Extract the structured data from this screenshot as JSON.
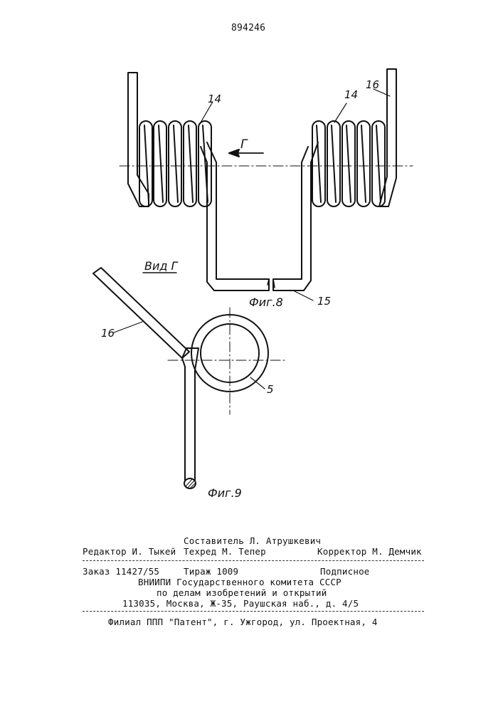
{
  "patent_number": "894246",
  "fig8": {
    "label": "Фиг.8",
    "view_arrow_label": "Г",
    "callouts": {
      "coil_left": "14",
      "coil_right": "14",
      "arm": "16",
      "bridge": "15"
    }
  },
  "fig9": {
    "view_label": "Вид Г",
    "label": "Фиг.9",
    "callouts": {
      "arm": "16",
      "ring": "5"
    }
  },
  "imprint": {
    "compiler": "Составитель Л. Атрушкевич",
    "editor": "Редактор И. Тыкей",
    "techred": "Техред М. Тепер",
    "corrector": "Корректор М. Демчик",
    "order": "Заказ 11427/55",
    "circulation": "Тираж 1009",
    "subscription": "Подписное",
    "org1": "ВНИИПИ Государственного комитета СССР",
    "org2": "по делам изобретений и открытий",
    "address": "113035, Москва, Ж-35, Раушская наб., д. 4/5",
    "branch": "Филиал ППП \"Патент\", г. Ужгород, ул. Проектная, 4"
  },
  "colors": {
    "ink": "#111111",
    "paper": "#ffffff"
  }
}
